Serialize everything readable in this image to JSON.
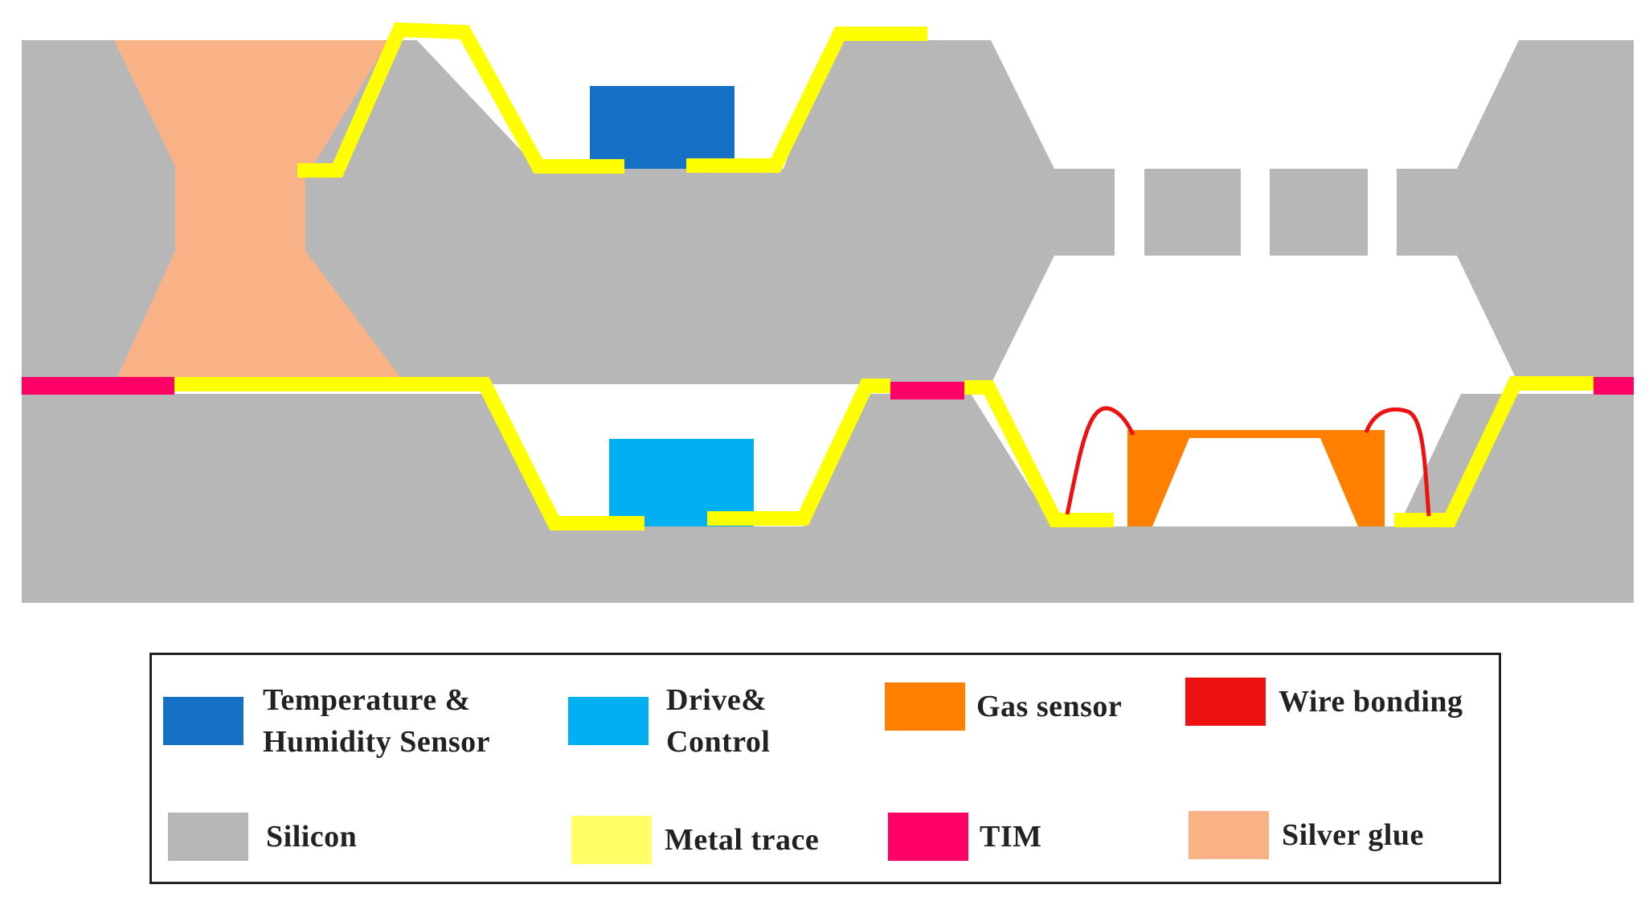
{
  "colors": {
    "silicon": "#b7b7b7",
    "silver_glue": "#f9b186",
    "metal_trace": "#ffff00",
    "metal_trace_legend": "#ffff66",
    "tim": "#ff0066",
    "temp_humidity_sensor": "#1570c6",
    "drive_control": "#00b0f0",
    "gas_sensor": "#ff8000",
    "wire_bonding": "#ee1111",
    "background": "#ffffff"
  },
  "legend": {
    "temp_humidity": {
      "label": "Temperature  &\nHumidity Sensor",
      "color": "#1570c6"
    },
    "drive_control": {
      "label": "Drive&\nControl",
      "color": "#00b0f0"
    },
    "gas_sensor": {
      "label": "Gas sensor",
      "color": "#ff8000"
    },
    "wire_bonding": {
      "label": "Wire bonding",
      "color": "#ee1111"
    },
    "silicon": {
      "label": "Silicon",
      "color": "#b7b7b7"
    },
    "metal_trace": {
      "label": "Metal trace",
      "color": "#ffff66"
    },
    "tim": {
      "label": "TIM",
      "color": "#ff0066"
    },
    "silver_glue": {
      "label": "Silver glue",
      "color": "#f9b186"
    }
  }
}
